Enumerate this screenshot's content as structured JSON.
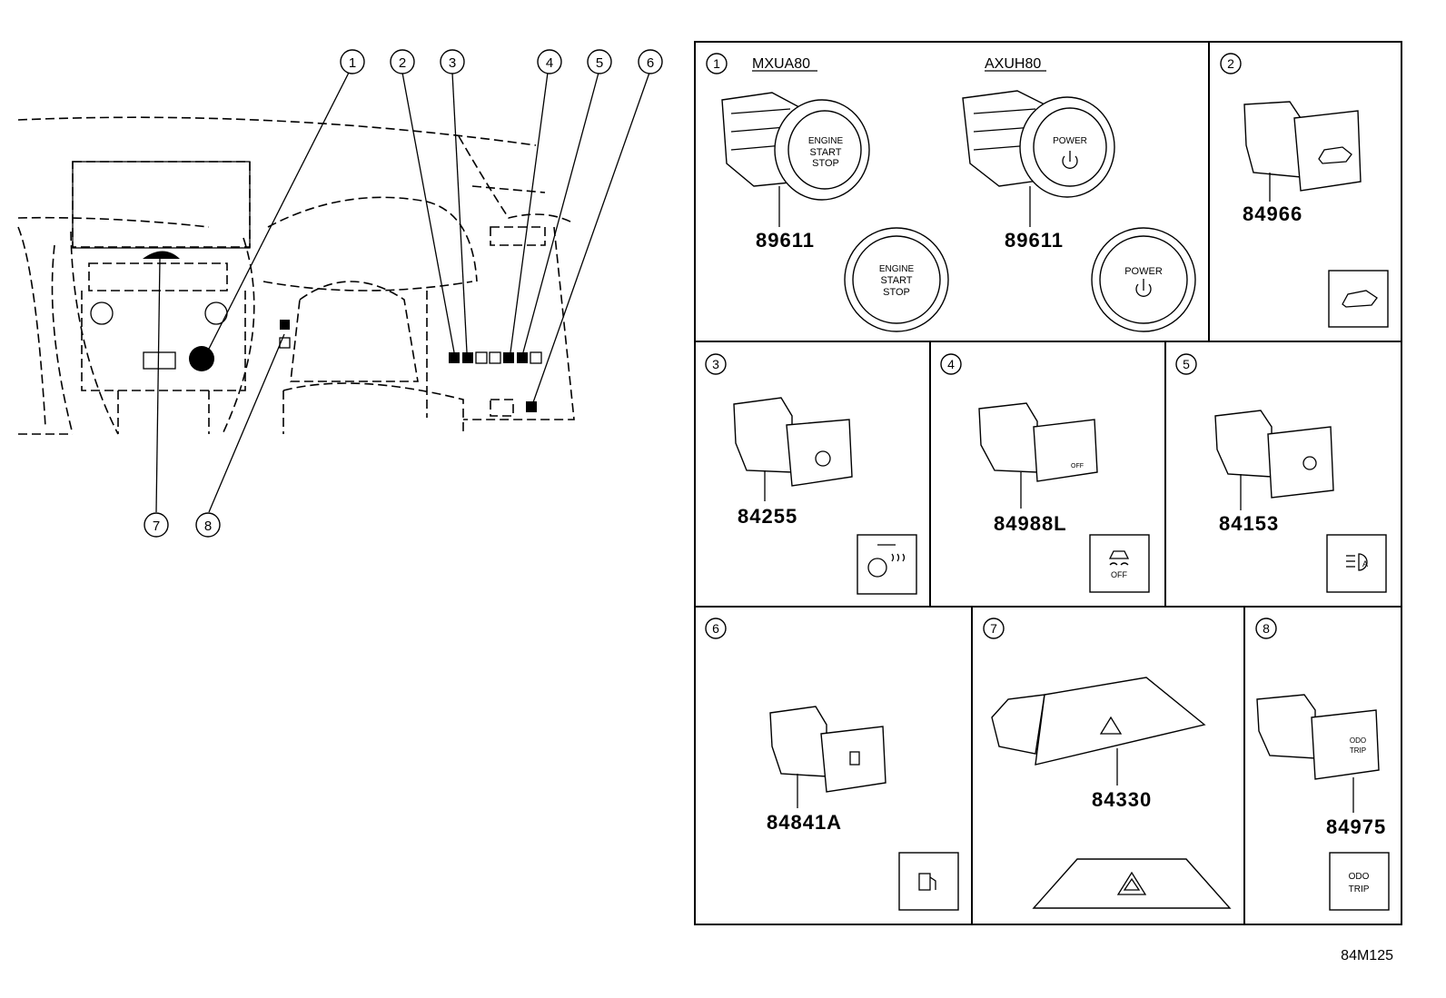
{
  "diagram_code": "84M125",
  "overview": {
    "callouts": [
      "1",
      "2",
      "3",
      "4",
      "5",
      "6",
      "7",
      "8"
    ]
  },
  "panels": [
    {
      "index": "1",
      "variants": [
        {
          "model": "MXUA80",
          "part_number": "89611",
          "button_text": [
            "ENGINE",
            "START",
            "STOP"
          ]
        },
        {
          "model": "AXUH80",
          "part_number": "89611",
          "button_text": [
            "POWER"
          ],
          "icon": "power-icon"
        }
      ]
    },
    {
      "index": "2",
      "part_number": "84966",
      "icon": "vehicle-icon"
    },
    {
      "index": "3",
      "part_number": "84255",
      "icon": "heated-steering-wheel-icon"
    },
    {
      "index": "4",
      "part_number": "84988L",
      "icon": "traction-control-off-icon",
      "icon_text": "OFF"
    },
    {
      "index": "5",
      "part_number": "84153",
      "icon": "auto-high-beam-icon",
      "icon_text": "A"
    },
    {
      "index": "6",
      "part_number": "84841A",
      "icon": "fuel-door-icon"
    },
    {
      "index": "7",
      "part_number": "84330",
      "icon": "hazard-triangle-icon"
    },
    {
      "index": "8",
      "part_number": "84975",
      "icon_text": [
        "ODO",
        "TRIP"
      ]
    }
  ]
}
